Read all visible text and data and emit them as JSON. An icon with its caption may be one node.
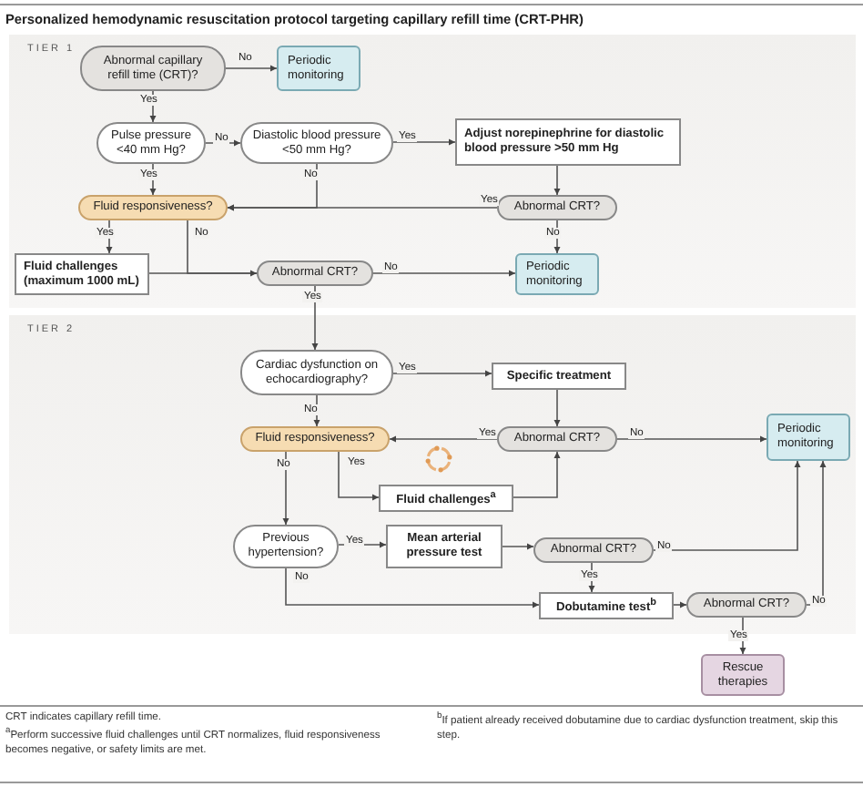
{
  "diagram": {
    "title": "Personalized hemodynamic resuscitation protocol targeting capillary refill time (CRT-PHR)",
    "nodes": [
      {
        "text": [
          "TIER 1"
        ]
      },
      {
        "text": [
          "Abnormal capillary refill time (CRT)?"
        ],
        "in": 0
      },
      {
        "text": [
          "Periodic monitoring"
        ],
        "in": 0
      },
      {
        "text": [
          "Pulse pressure <40 mm Hg?"
        ],
        "in": 0
      },
      {
        "text": [
          "Diastolic blood pressure <50 mm Hg?"
        ],
        "in": 0
      },
      {
        "text": [
          "Adjust norepinephrine for diastolic blood pressure >50 mm Hg"
        ],
        "in": 0
      },
      {
        "text": [
          "Fluid responsiveness?"
        ],
        "in": 0
      },
      {
        "text": [
          "Abnormal CRT?"
        ],
        "in": 0
      },
      {
        "text": [
          "Fluid challenges (maximum 1000 mL)"
        ],
        "in": 0
      },
      {
        "text": [
          "Abnormal CRT?"
        ],
        "in": 0
      },
      {
        "text": [
          "Periodic monitoring"
        ],
        "in": 0
      },
      {
        "text": [
          "TIER 2"
        ]
      },
      {
        "text": [
          "Cardiac dysfunction on echocardiography?"
        ],
        "in": 11
      },
      {
        "text": [
          "Specific treatment"
        ],
        "in": 11
      },
      {
        "text": [
          "Fluid responsiveness?"
        ],
        "in": 11
      },
      {
        "text": [
          "Abnormal CRT?"
        ],
        "in": 11
      },
      {
        "text": [
          "Periodic monitoring"
        ],
        "in": 11
      },
      {
        "text": [
          "Fluid challenges$^{a}$"
        ],
        "in": 11
      },
      {
        "text": [
          "Previous hypertension?"
        ],
        "in": 11
      },
      {
        "text": [
          "Mean arterial pressure test"
        ],
        "in": 11
      },
      {
        "text": [
          "Abnormal CRT?"
        ],
        "in": 11
      },
      {
        "text": [
          "Dobutamine test$^{b}$"
        ],
        "in": 11
      },
      {
        "text": [
          "Abnormal CRT?"
        ],
        "in": 11
      },
      {
        "text": [
          "Rescue therapies"
        ]
      }
    ],
    "edges": [
      {
        "from": 1,
        "to": 2,
        "arrow": "to",
        "label": "No"
      },
      {
        "from": 1,
        "to": 3,
        "arrow": "to",
        "label": "Yes"
      },
      {
        "from": 3,
        "to": 4,
        "arrow": "to",
        "label": "No"
      },
      {
        "from": 3,
        "to": 6,
        "arrow": "to",
        "label": "Yes"
      },
      {
        "from": 4,
        "to": 6,
        "arrow": "to",
        "label": "No"
      },
      {
        "from": 4,
        "to": 5,
        "arrow": "to",
        "label": "Yes"
      },
      {
        "from": 5,
        "to": 7,
        "arrow": "to"
      },
      {
        "from": 7,
        "to": 6,
        "arrow": "to",
        "label": "Yes"
      },
      {
        "from": 7,
        "to": 10,
        "arrow": "to",
        "label": "No"
      },
      {
        "from": 6,
        "to": 8,
        "arrow": "to",
        "label": "Yes"
      },
      {
        "from": 6,
        "to": 9,
        "arrow": "to",
        "label": "No"
      },
      {
        "from": 8,
        "to": 9,
        "arrow": "to"
      },
      {
        "from": 9,
        "to": 10,
        "arrow": "to",
        "label": "No"
      },
      {
        "from": 9,
        "to": 12,
        "arrow": "to",
        "label": "Yes"
      },
      {
        "from": 12,
        "to": 13,
        "arrow": "to",
        "label": "Yes"
      },
      {
        "from": 12,
        "to": 14,
        "arrow": "to",
        "label": "No"
      },
      {
        "from": 13,
        "to": 15,
        "arrow": "to"
      },
      {
        "from": 15,
        "to": 14,
        "arrow": "to",
        "label": "Yes"
      },
      {
        "from": 15,
        "to": 16,
        "arrow": "to",
        "label": "No"
      },
      {
        "from": 14,
        "to": 17,
        "arrow": "to",
        "label": "Yes"
      },
      {
        "from": 17,
        "to": 15,
        "arrow": "to"
      },
      {
        "from": 14,
        "to": 18,
        "arrow": "to",
        "label": "No"
      },
      {
        "from": 18,
        "to": 19,
        "arrow": "to",
        "label": "Yes"
      },
      {
        "from": 18,
        "to": 21,
        "arrow": "to",
        "label": "No"
      },
      {
        "from": 19,
        "to": 20,
        "arrow": "to"
      },
      {
        "from": 20,
        "to": 16,
        "arrow": "to",
        "label": "No"
      },
      {
        "from": 20,
        "to": 21,
        "arrow": "to",
        "label": "Yes"
      },
      {
        "from": 21,
        "to": 22,
        "arrow": "to"
      },
      {
        "from": 22,
        "to": 16,
        "arrow": "to",
        "label": "No"
      },
      {
        "from": 22,
        "to": 23,
        "arrow": "to",
        "label": "Yes"
      }
    ],
    "labels": [
      "CRT indicates capillary refill time.",
      "$^{a}$Perform successive fluid challenges until CRT normalizes, fluid responsiveness becomes negative, or safety limits are met.",
      "$^{b}$If patient already received dobutamine due to cardiac dysfunction treatment, skip this step."
    ]
  }
}
